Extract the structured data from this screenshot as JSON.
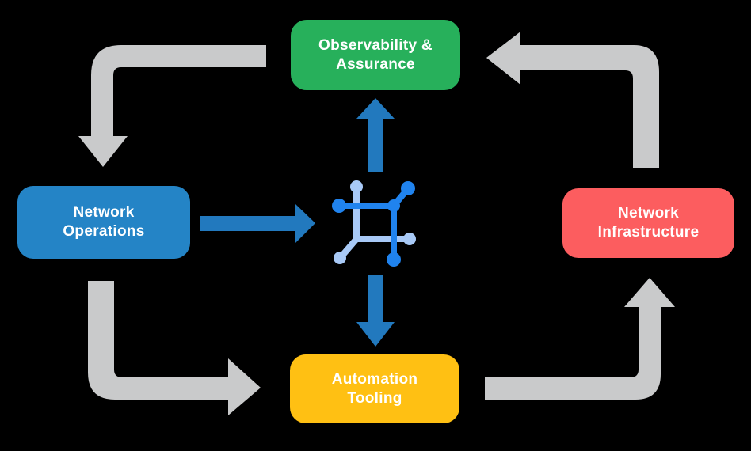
{
  "diagram": {
    "background_color": "#000000",
    "text_color": "#FFFFFF",
    "nodes": {
      "top": {
        "id": "observability-assurance",
        "label": "Observability & Assurance",
        "line1": "Observability &",
        "line2": "Assurance",
        "color": "#27B05B",
        "position": "top"
      },
      "left": {
        "id": "network-operations",
        "label": "Network Operations",
        "line1": "Network",
        "line2": "Operations",
        "color": "#2484C6",
        "position": "left"
      },
      "right": {
        "id": "network-infrastructure",
        "label": "Network Infrastructure",
        "line1": "Network",
        "line2": "Infrastructure",
        "color": "#FC5D5F",
        "position": "right"
      },
      "bottom": {
        "id": "automation-tooling",
        "label": "Automation Tooling",
        "line1": "Automation",
        "line2": "Tooling",
        "color": "#FFC013",
        "position": "bottom"
      }
    },
    "center_icon": {
      "name": "network-nodes-icon",
      "dark_blue": "#2083EE",
      "light_blue": "#A8C9F6"
    },
    "colors": {
      "cycle_arrow": "#C9CACB",
      "center_arrow": "#2279BE"
    },
    "flows": {
      "outer_cycle": [
        "Observability & Assurance -> Network Operations",
        "Network Operations -> Automation Tooling",
        "Automation Tooling -> Network Infrastructure",
        "Network Infrastructure -> Observability & Assurance"
      ],
      "center_arrows": [
        "Network Operations -> center icon",
        "center icon -> Observability & Assurance",
        "center icon -> Automation Tooling"
      ]
    }
  }
}
